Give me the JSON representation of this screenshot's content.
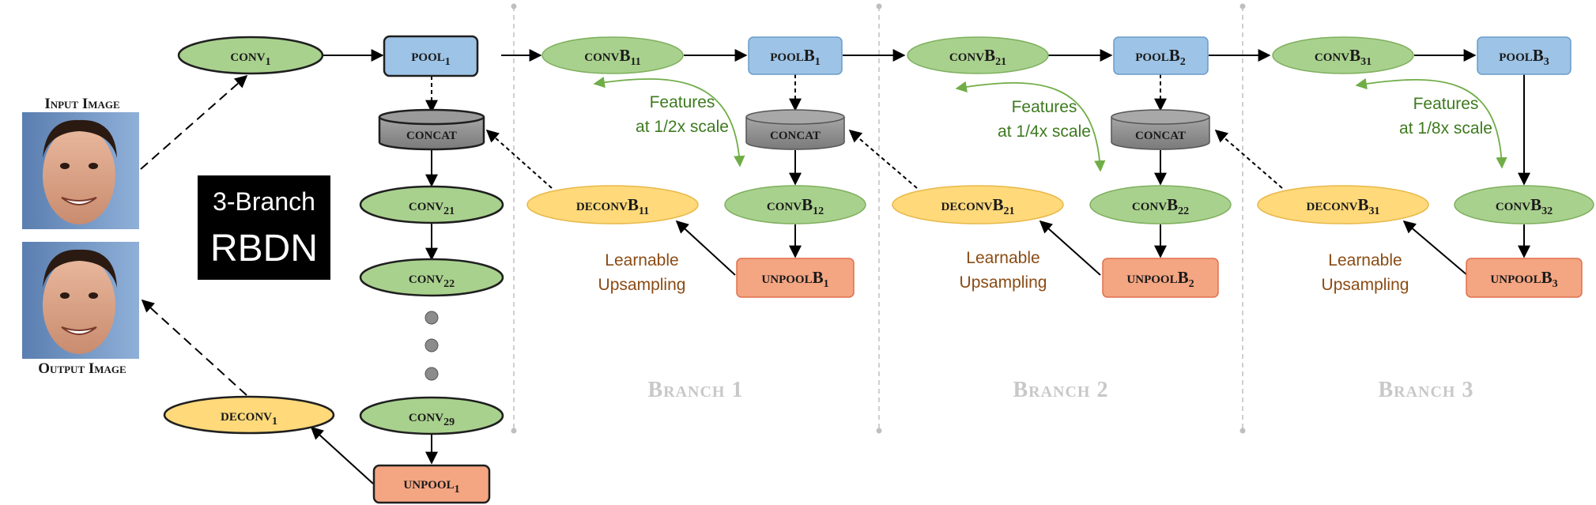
{
  "images": {
    "input_label": "Input Image",
    "output_label": "Output Image"
  },
  "title_box": {
    "line1": "3-Branch",
    "line2": "RBDN"
  },
  "main": {
    "conv1": {
      "main": "conv",
      "sub": "1"
    },
    "pool1": {
      "main": "pool",
      "sub": "1"
    },
    "concat": {
      "main": "concat"
    },
    "conv21": {
      "main": "conv",
      "sub": "21"
    },
    "conv22": {
      "main": "conv",
      "sub": "22"
    },
    "conv29": {
      "main": "conv",
      "sub": "29"
    },
    "unpool1": {
      "main": "unpool",
      "sub": "1"
    },
    "deconv1": {
      "main": "deconv",
      "sub": "1"
    }
  },
  "branches": [
    {
      "label": "Branch 1",
      "convB_top": {
        "main": "convB",
        "sub": "11"
      },
      "poolB": {
        "main": "poolB",
        "sub": "1"
      },
      "concat": {
        "main": "concat"
      },
      "convB_bottom": {
        "main": "convB",
        "sub": "12"
      },
      "deconvB": {
        "main": "deconvB",
        "sub": "11"
      },
      "unpoolB": {
        "main": "unpoolB",
        "sub": "1"
      },
      "features_line1": "Features",
      "features_line2": "at 1/2x scale",
      "learn_line1": "Learnable",
      "learn_line2": "Upsampling"
    },
    {
      "label": "Branch 2",
      "convB_top": {
        "main": "convB",
        "sub": "21"
      },
      "poolB": {
        "main": "poolB",
        "sub": "2"
      },
      "concat": {
        "main": "concat"
      },
      "convB_bottom": {
        "main": "convB",
        "sub": "22"
      },
      "deconvB": {
        "main": "deconvB",
        "sub": "21"
      },
      "unpoolB": {
        "main": "unpoolB",
        "sub": "2"
      },
      "features_line1": "Features",
      "features_line2": "at 1/4x scale",
      "learn_line1": "Learnable",
      "learn_line2": "Upsampling"
    },
    {
      "label": "Branch 3",
      "convB_top": {
        "main": "convB",
        "sub": "31"
      },
      "poolB": {
        "main": "poolB",
        "sub": "3"
      },
      "convB_bottom": {
        "main": "convB",
        "sub": "32"
      },
      "deconvB": {
        "main": "deconvB",
        "sub": "31"
      },
      "unpoolB": {
        "main": "unpoolB",
        "sub": "3"
      },
      "features_line1": "Features",
      "features_line2": "at 1/8x scale",
      "learn_line1": "Learnable",
      "learn_line2": "Upsampling"
    }
  ],
  "colors": {
    "conv_fill": "#a9d18e",
    "conv_stroke": "#2f3a2a",
    "pool_fill": "#9dc3e6",
    "pool_stroke": "#2e5d8a",
    "concat_fill": "#8c8c8c",
    "deconv_fill": "#ffd97a",
    "unpool_fill": "#f4a582",
    "unpool_stroke": "#c0504d",
    "feature_arrow": "#70ad47"
  }
}
